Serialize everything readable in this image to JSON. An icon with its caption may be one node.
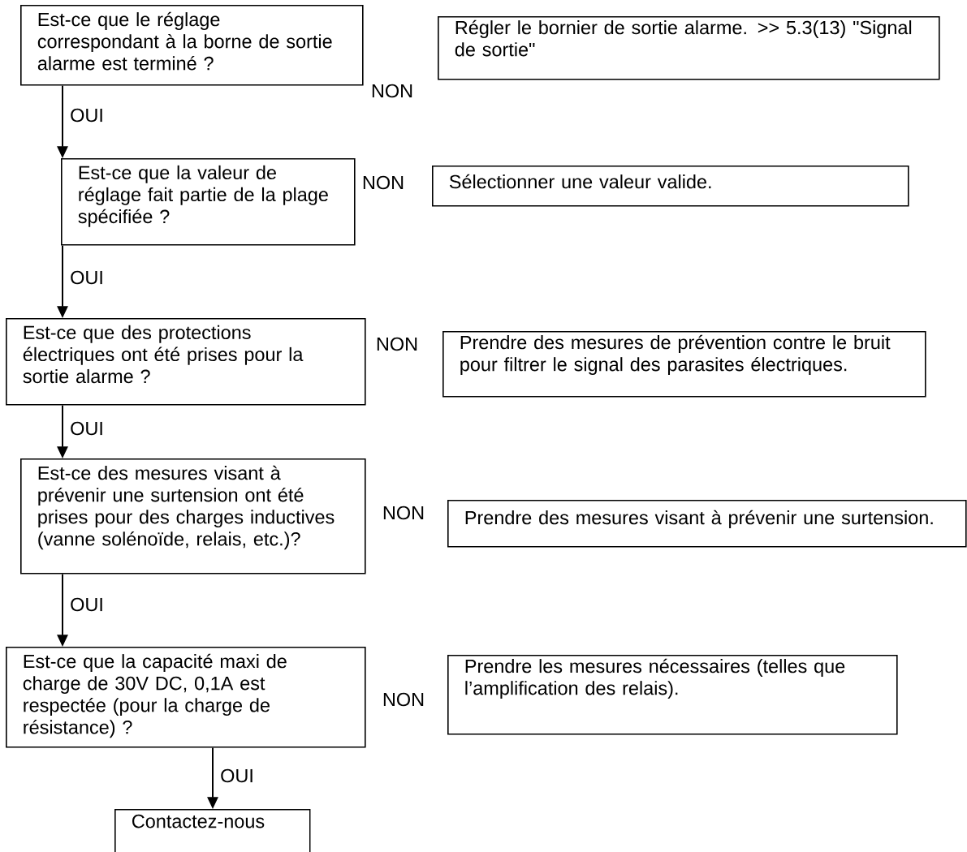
{
  "diagram": {
    "nodes": [
      {
        "text": [
          "Est-ce que le réglage correspondant à la borne de sortie alarme est terminé ?"
        ]
      },
      {
        "text": [
          "Régler le bornier de sortie alarme. >> 5.3(13) \"Signal de sortie\""
        ]
      },
      {
        "text": [
          "Est-ce que la valeur de réglage fait partie de la plage spécifiée ?"
        ]
      },
      {
        "text": [
          "Sélectionner une valeur valide."
        ]
      },
      {
        "text": [
          "Est-ce que des protections électriques ont été prises pour la sortie alarme ?"
        ]
      },
      {
        "text": [
          "Prendre des mesures de prévention contre le bruit pour filtrer le signal des parasites électriques."
        ]
      },
      {
        "text": [
          "Est-ce des mesures visant à prévenir une surtension ont été prises pour des charges inductives (vanne solénoïde, relais, etc.)?"
        ]
      },
      {
        "text": [
          "Prendre des mesures visant à prévenir une surtension."
        ]
      },
      {
        "text": [
          "Est-ce que la capacité maxi de charge de 30V DC, 0,1A est respectée (pour la charge de résistance) ?"
        ]
      },
      {
        "text": [
          "Prendre les mesures nécessaires (telles que l’amplification des relais)."
        ]
      },
      {
        "text": [
          "Contactez-nous"
        ]
      }
    ],
    "edges": [
      {
        "from": 0,
        "to": 2,
        "arrow": "to",
        "label": "OUI"
      },
      {
        "from": 2,
        "to": 4,
        "arrow": "to",
        "label": "OUI"
      },
      {
        "from": 4,
        "to": 6,
        "arrow": "to",
        "label": "OUI"
      },
      {
        "from": 6,
        "to": 8,
        "arrow": "to",
        "label": "OUI"
      },
      {
        "from": 8,
        "to": 10,
        "arrow": "to",
        "label": "OUI"
      }
    ],
    "labels": [
      "NON",
      "NON",
      "NON",
      "NON",
      "NON"
    ]
  }
}
